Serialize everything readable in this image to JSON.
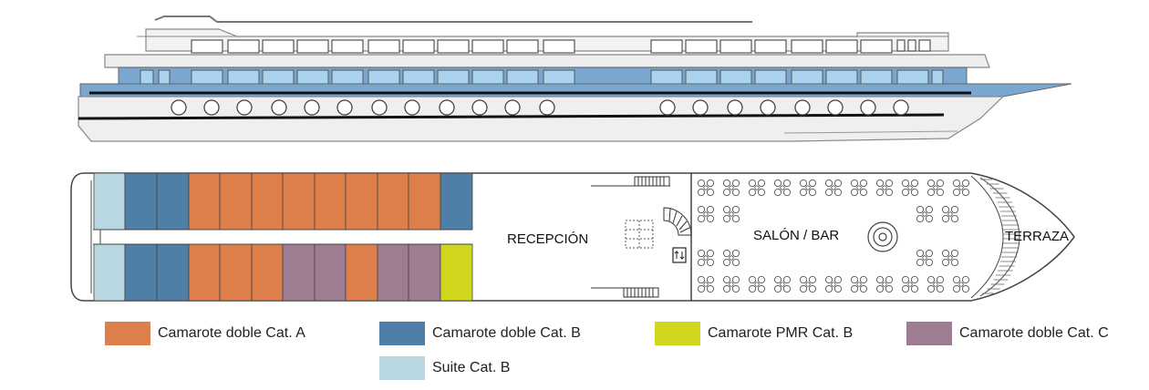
{
  "colors": {
    "cat_a": "#dc7f4b",
    "cat_b": "#4f7fa6",
    "pmr_b": "#cfd61c",
    "cat_c": "#9e7d93",
    "suite_b": "#b9d7e1",
    "hull_blue": "#7aa7cf",
    "window_blue": "#a9d3ef",
    "line": "#555555"
  },
  "rooms": {
    "reception": "RECEPCIÓN",
    "salon": "SALÓN / BAR",
    "terrace": "TERRAZA"
  },
  "deck": {
    "top_row": [
      "suite_b",
      "cat_b",
      "cat_b",
      "cat_a",
      "cat_a",
      "cat_a",
      "cat_a",
      "cat_a",
      "cat_a",
      "cat_a",
      "cat_a",
      "cat_b"
    ],
    "bottom_row": [
      "suite_b",
      "cat_b",
      "cat_b",
      "cat_a",
      "cat_a",
      "cat_a",
      "cat_c",
      "cat_c",
      "cat_a",
      "cat_c",
      "cat_c",
      "pmr_b"
    ]
  },
  "legend": [
    {
      "label": "Camarote doble Cat. A",
      "color_key": "cat_a"
    },
    {
      "label": "Camarote doble Cat. B",
      "color_key": "cat_b"
    },
    {
      "label": "Camarote PMR Cat. B",
      "color_key": "pmr_b"
    },
    {
      "label": "Camarote doble Cat. C",
      "color_key": "cat_c"
    },
    {
      "label": "Suite Cat. B",
      "color_key": "suite_b"
    }
  ]
}
